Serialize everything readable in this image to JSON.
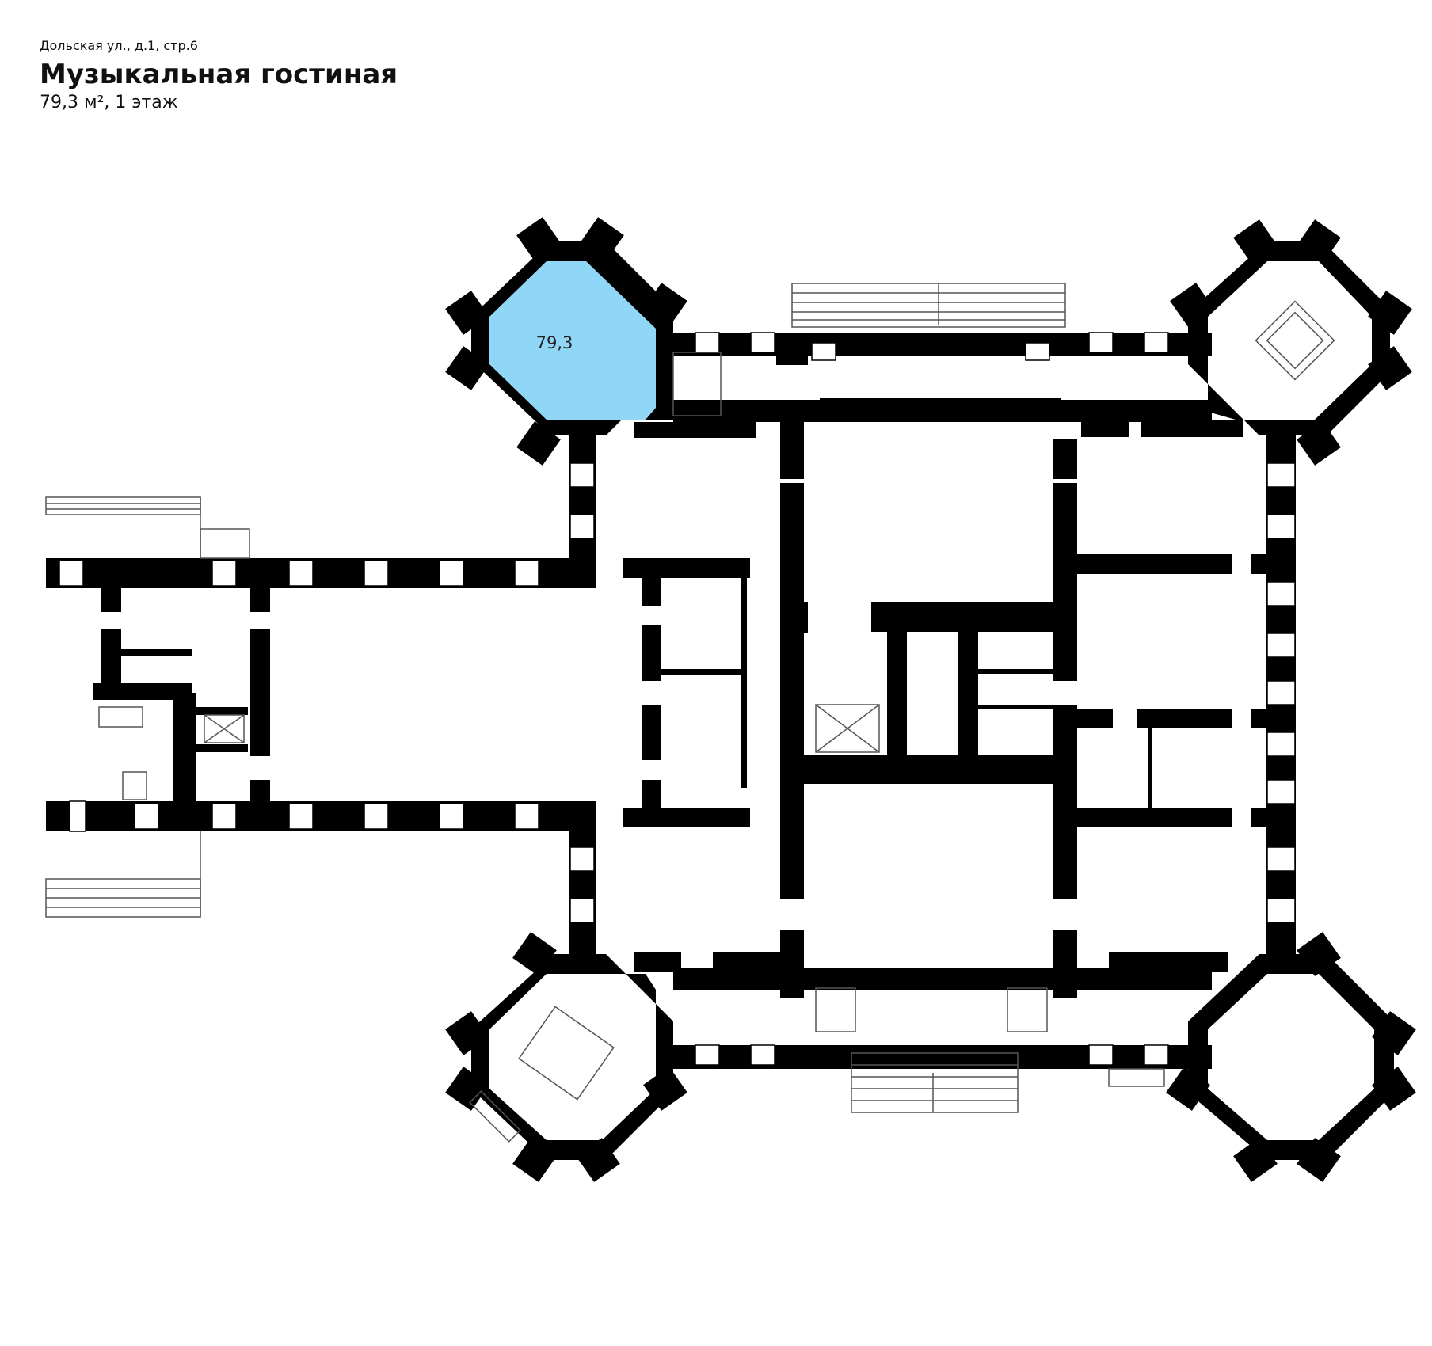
{
  "header": {
    "address": "Дольская ул., д.1, стр.6",
    "title": "Музыкальная гостиная",
    "meta": "79,3 м², 1 этаж"
  },
  "room": {
    "area_label": "79,3",
    "highlight_color": "#90d6f7"
  },
  "colors": {
    "wall": "#000000",
    "line": "#555555",
    "background": "#ffffff"
  }
}
